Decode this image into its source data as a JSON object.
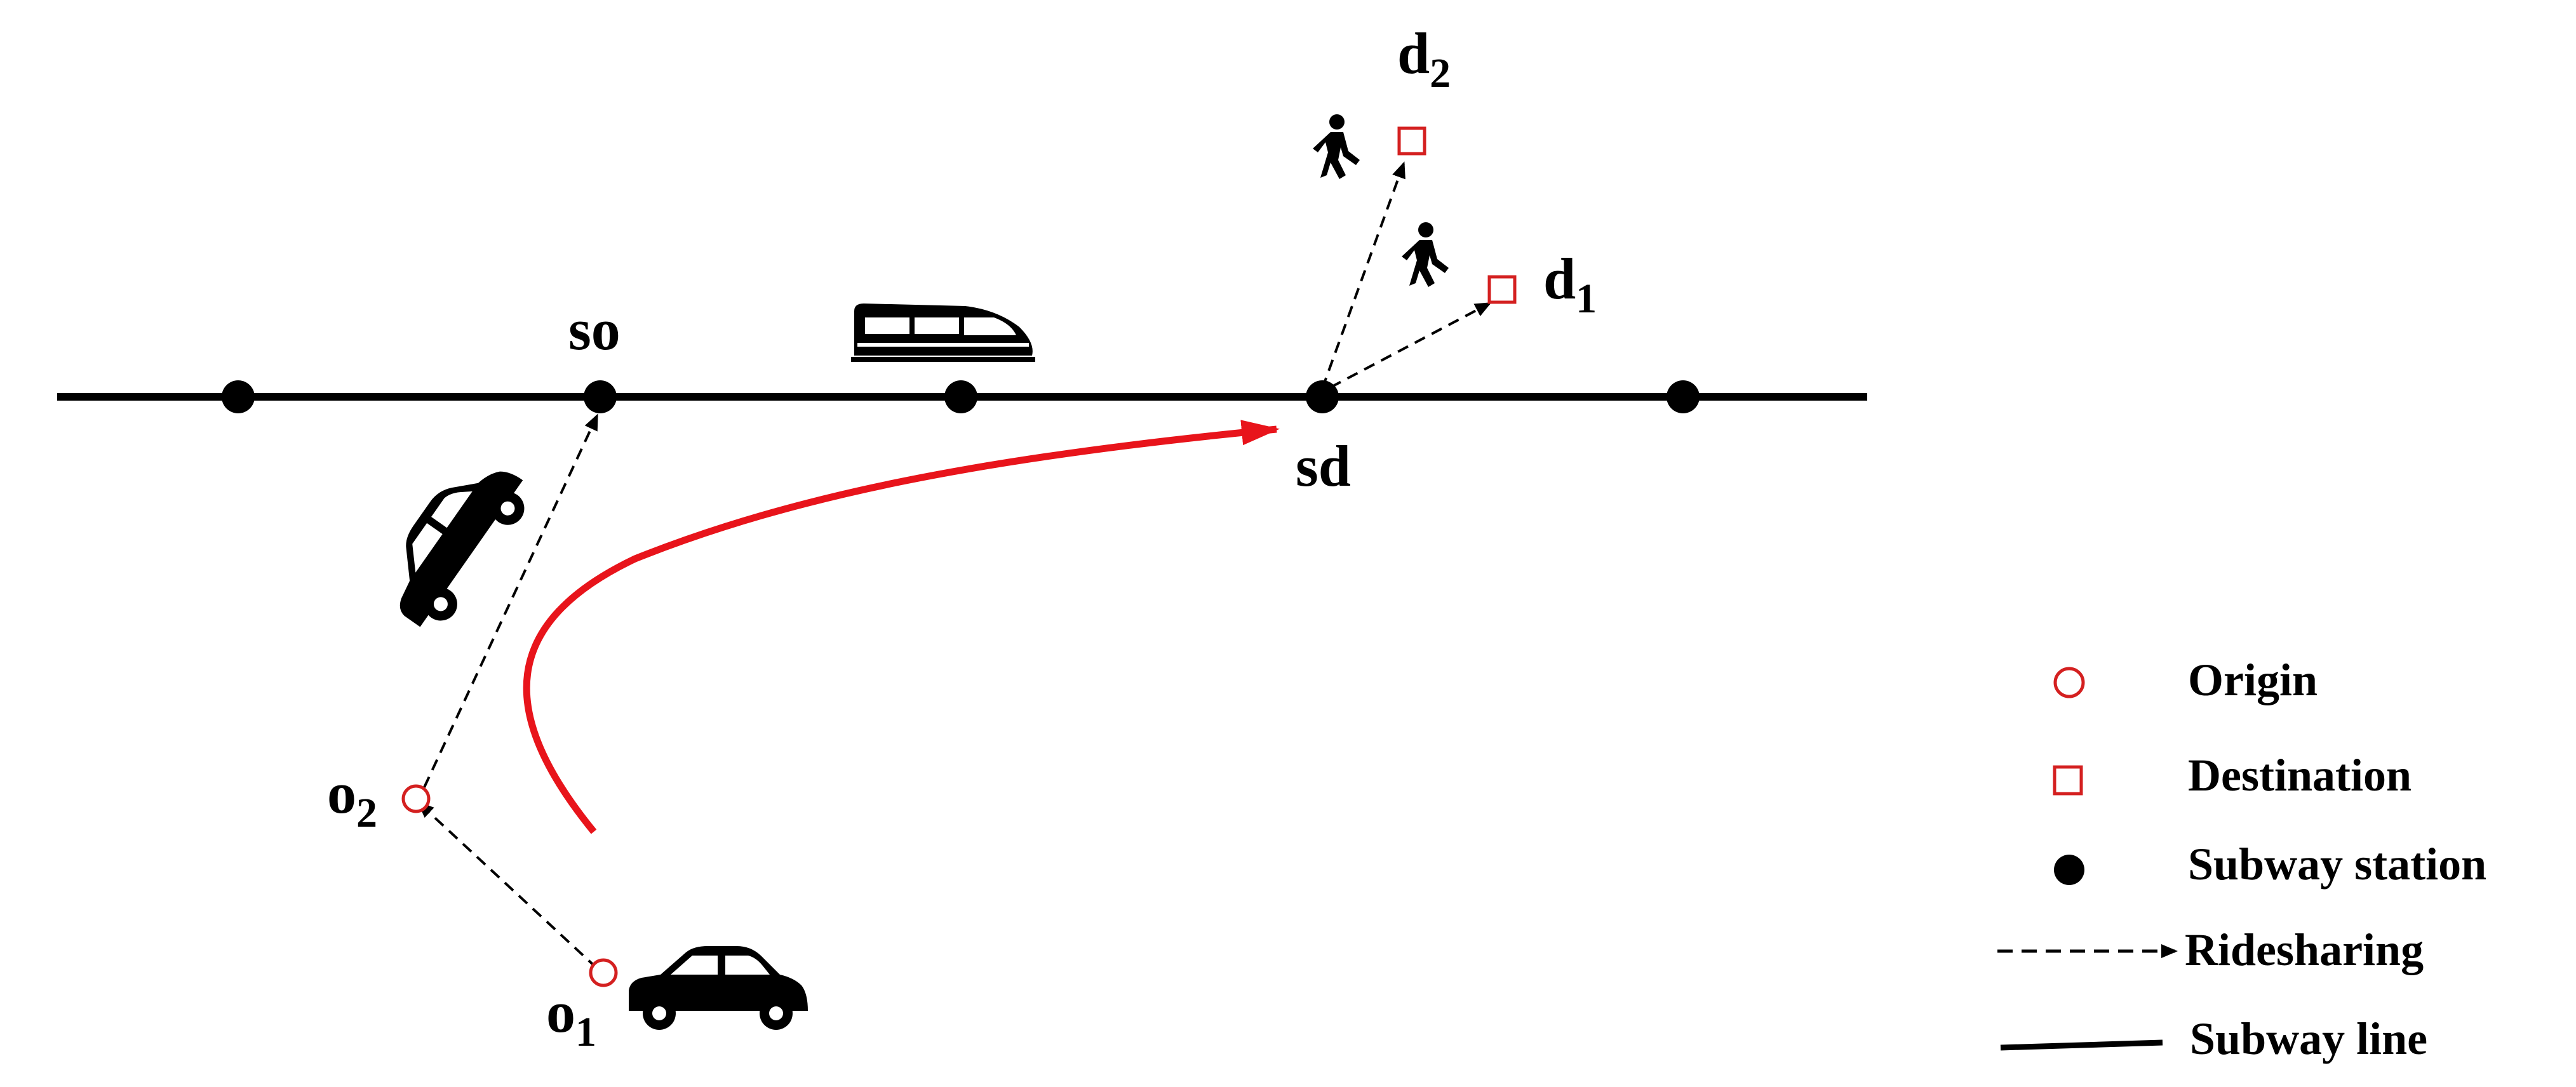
{
  "diagram": {
    "labels": {
      "so": "so",
      "sd": "sd",
      "o1": "o",
      "o1_sub": "1",
      "o2": "o",
      "o2_sub": "2",
      "d1": "d",
      "d1_sub": "1",
      "d2": "d",
      "d2_sub": "2"
    },
    "icons": [
      "train-icon",
      "car-icon",
      "car-tilted-icon",
      "pedestrian-icon",
      "pedestrian-icon"
    ]
  },
  "legend": {
    "items": [
      {
        "label": "Origin",
        "symbol": "origin-circle"
      },
      {
        "label": "Destination",
        "symbol": "destination-square"
      },
      {
        "label": "Subway station",
        "symbol": "station-dot"
      },
      {
        "label": "Ridesharing",
        "symbol": "dashed-arrow"
      },
      {
        "label": "Subway line",
        "symbol": "solid-line"
      }
    ]
  },
  "colors": {
    "accent": "#e8141b",
    "ink": "#000000",
    "marker": "#d42020"
  }
}
